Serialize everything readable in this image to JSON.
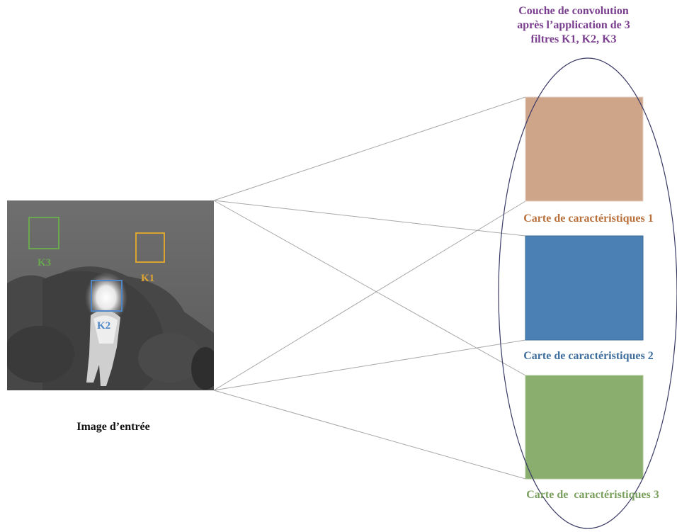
{
  "title": "Couche de convolution\naprès l’application de 3\nfiltres K1, K2, K3",
  "input_label": "Image d’entrée",
  "filters": [
    {
      "label": "K1",
      "color": "#d9a531"
    },
    {
      "label": "K2",
      "color": "#4f86c6"
    },
    {
      "label": "K3",
      "color": "#6aa84f"
    }
  ],
  "feature_maps": [
    {
      "label": "Carte de caractéristiques 1",
      "fill": "#cfa58a",
      "text_color": "#b9703b"
    },
    {
      "label": "Carte de caractéristiques 2",
      "fill": "#4a80b4",
      "text_color": "#3e6e9e"
    },
    {
      "label": "Carte de  caractéristiques 3",
      "fill": "#8aae6e",
      "text_color": "#7aa060"
    }
  ],
  "colors": {
    "title": "#7a3f8f",
    "ellipse": "#3a3a66",
    "connector": "#a8a8a8"
  }
}
